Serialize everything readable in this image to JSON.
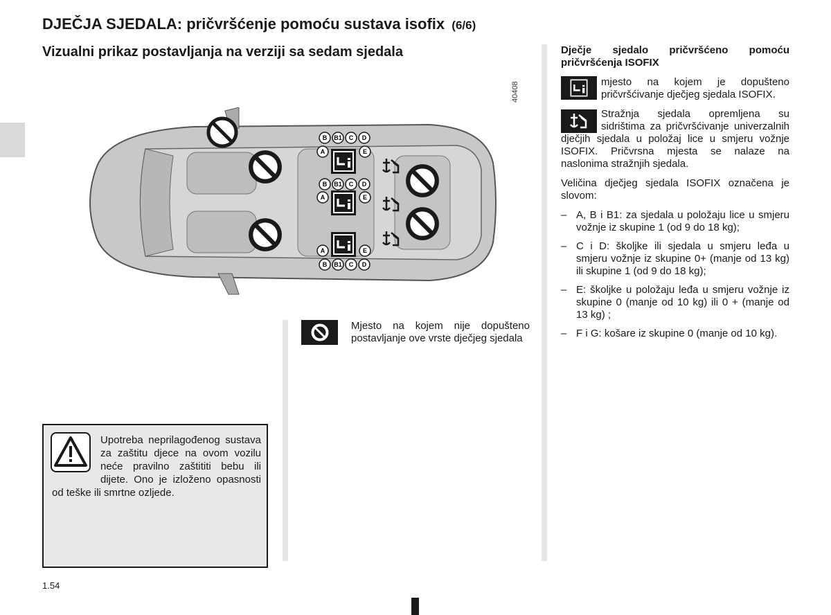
{
  "header": {
    "title": "DJEČJA SJEDALA: pričvršćenje pomoću sustava isofix",
    "page_part": "(6/6)",
    "subtitle": "Vizualni prikaz postavljanja na verziji sa sedam sjedala"
  },
  "figure": {
    "number": "40408",
    "seat_labels": [
      "A",
      "B",
      "B1",
      "C",
      "D",
      "E"
    ]
  },
  "legend": {
    "icon": "no-entry-icon",
    "text": "Mjesto na kojem nije dopušteno postavljanje ove vrste dječjeg sjedala"
  },
  "warning": {
    "icon": "warning-triangle-icon",
    "text": "Upotreba neprilagođenog sustava za zaštitu djece na ovom vozilu neće pravilno zaštititi bebu ili dijete. Ono je izloženo opasnosti od teške ili smrtne ozljede."
  },
  "right": {
    "heading": "Dječje sjedalo pričvršćeno pomoću pričvršćenja ISOFIX",
    "isofix_icon": "isofix-seat-icon",
    "isofix_text": "mjesto na kojem je dopušteno pričvršćivanje dječjeg sjedala ISOFIX.",
    "anchor_icon": "anchor-seat-icon",
    "anchor_text": "Stražnja sjedala opremljena su sidrištima za pričvršćivanje univerzalnih dječjih sjedala u položaj lice u smjeru vožnje ISOFIX. Pričvrsna mjesta se nalaze na naslonima stražnjih sjedala.",
    "size_intro": "Veličina dječjeg sjedala ISOFIX označena je slovom:",
    "list": [
      "A, B i B1: za sjedala u položaju lice u smjeru vožnje iz skupine 1 (od 9 do 18 kg);",
      "C i D: školjke ili sjedala u smjeru leđa u smjeru vožnje iz skupine 0+ (manje od 13 kg) ili skupine 1 (od 9 do 18 kg);",
      "E: školjke u položaju leđa u smjeru vožnje iz skupine 0 (manje od 10 kg) ili 0 + (manje od 13 kg) ;",
      "F i G: košare iz skupine 0 (manje od 10 kg)."
    ]
  },
  "footer": {
    "page_number": "1.54"
  }
}
